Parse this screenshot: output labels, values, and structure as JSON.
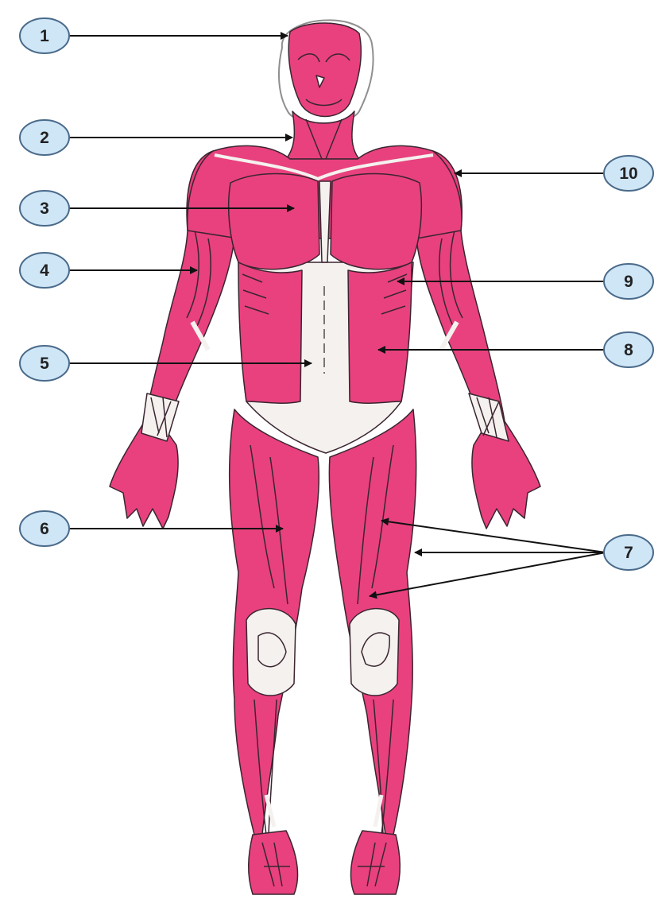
{
  "colors": {
    "muscle": "#e8417e",
    "muscle_dark": "#c22a63",
    "outline": "#3a2530",
    "skin_outline": "#9a9a9a",
    "tendon": "#f4f1ee",
    "badge_fill": "#cfe6f7",
    "badge_stroke": "#4a6a8a",
    "pointer": "#111111"
  },
  "labels": [
    {
      "id": "label-1",
      "text": "1"
    },
    {
      "id": "label-2",
      "text": "2"
    },
    {
      "id": "label-3",
      "text": "3"
    },
    {
      "id": "label-4",
      "text": "4"
    },
    {
      "id": "label-5",
      "text": "5"
    },
    {
      "id": "label-6",
      "text": "6"
    },
    {
      "id": "label-7",
      "text": "7"
    },
    {
      "id": "label-8",
      "text": "8"
    },
    {
      "id": "label-9",
      "text": "9"
    },
    {
      "id": "label-10",
      "text": "10"
    }
  ]
}
